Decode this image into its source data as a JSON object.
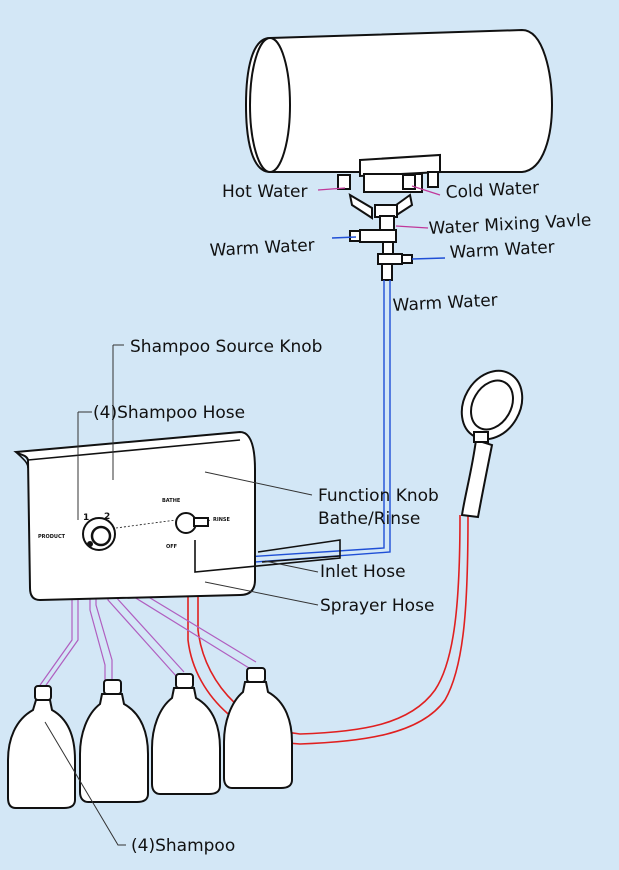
{
  "labels": {
    "hot_water": "Hot Water",
    "cold_water": "Cold Water",
    "water_mixing_valve": "Water Mixing Vavle",
    "warm_water_left": "Warm Water",
    "warm_water_right": "Warm Water",
    "warm_water_bottom": "Warm Water",
    "shampoo_source_knob": "Shampoo Source Knob",
    "shampoo_hose": "(4)Shampoo Hose",
    "function_knob": "Function Knob",
    "bathe_rinse": "Bathe/Rinse",
    "inlet_hose": "Inlet Hose",
    "sprayer_hose": "Sprayer Hose",
    "shampoo": "(4)Shampoo"
  },
  "panel_marks": {
    "product": "PRODUCT",
    "one": "1",
    "two": "2",
    "bathe": "BATHE",
    "rinse": "RINSE",
    "off": "OFF"
  },
  "colors": {
    "background": "#d3e7f6",
    "water_line": "#1f4fd6",
    "hot_leader": "#c0389a",
    "shampoo_hose": "#b05fc0",
    "sprayer_hose": "#e02020"
  }
}
